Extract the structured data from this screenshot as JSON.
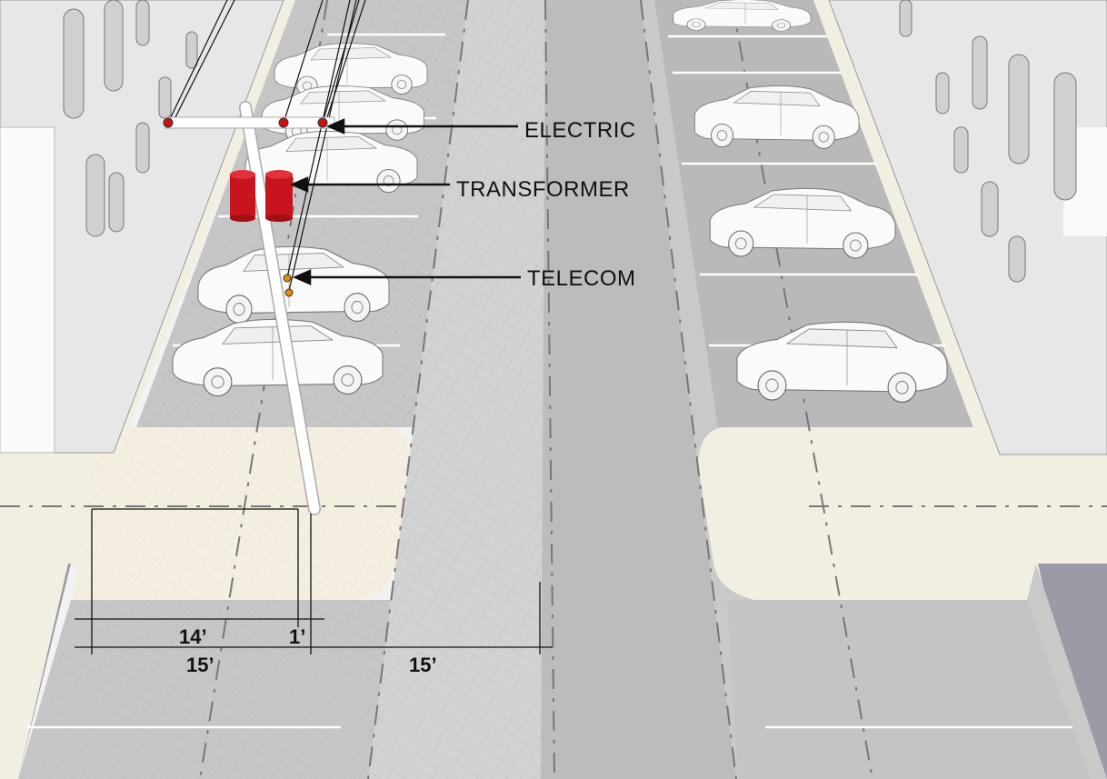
{
  "labels": {
    "electric": "ELECTRIC",
    "transformer": "TRANSFORMER",
    "telecom": "TELECOM"
  },
  "dimensions": {
    "pole_offset": "14’",
    "pole_clearance": "1’",
    "sidewalk_width": "15’",
    "lane_width": "15’"
  },
  "colors": {
    "transformer": "#c8141e",
    "electric_attachment": "#d01010",
    "telecom_attachment": "#e08a10",
    "sidewalk": "#f3eee2",
    "road": "#c2c2c2"
  }
}
